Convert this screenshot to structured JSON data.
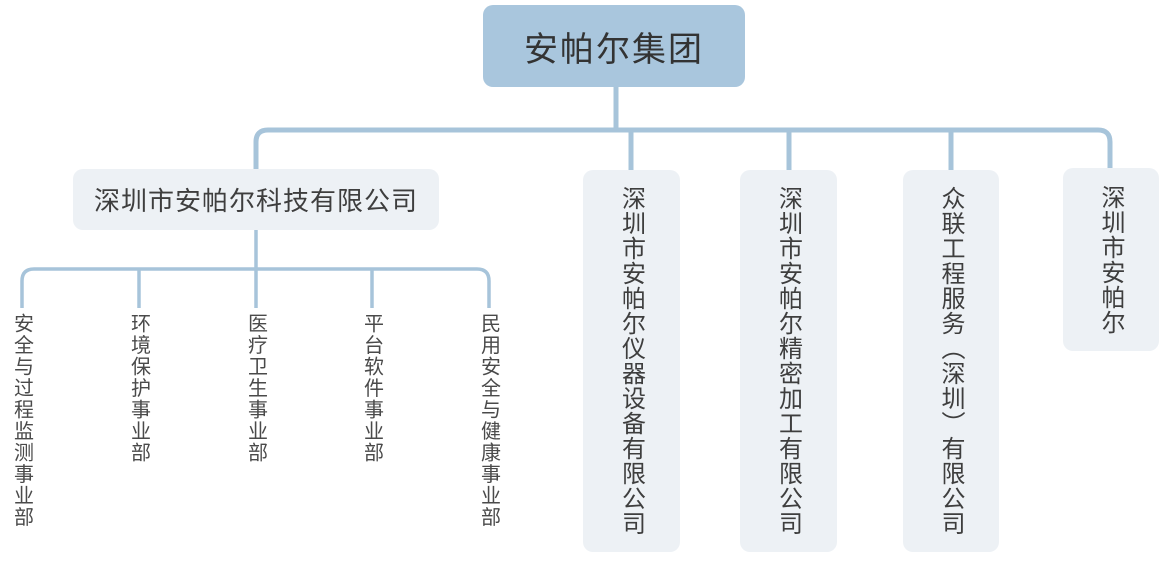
{
  "org": {
    "root": {
      "label": "安帕尔集团"
    },
    "subsidiaries": [
      {
        "label": "深圳市安帕尔科技有限公司"
      },
      {
        "label": "深圳市安帕尔仪器设备有限公司"
      },
      {
        "label": "深圳市安帕尔精密加工有限公司"
      },
      {
        "label": "众联工程服务（深圳）有限公司"
      },
      {
        "label": "深圳市安帕尔"
      }
    ],
    "departments": [
      {
        "label": "安全与过程监测事业部"
      },
      {
        "label": "环境保护事业部"
      },
      {
        "label": "医疗卫生事业部"
      },
      {
        "label": "平台软件事业部"
      },
      {
        "label": "民用安全与健康事业部"
      }
    ]
  },
  "colors": {
    "root_fill": "#a9c6dd",
    "node_fill": "#edf1f5",
    "connector": "#a7c4da",
    "text": "#3e3e3e"
  }
}
